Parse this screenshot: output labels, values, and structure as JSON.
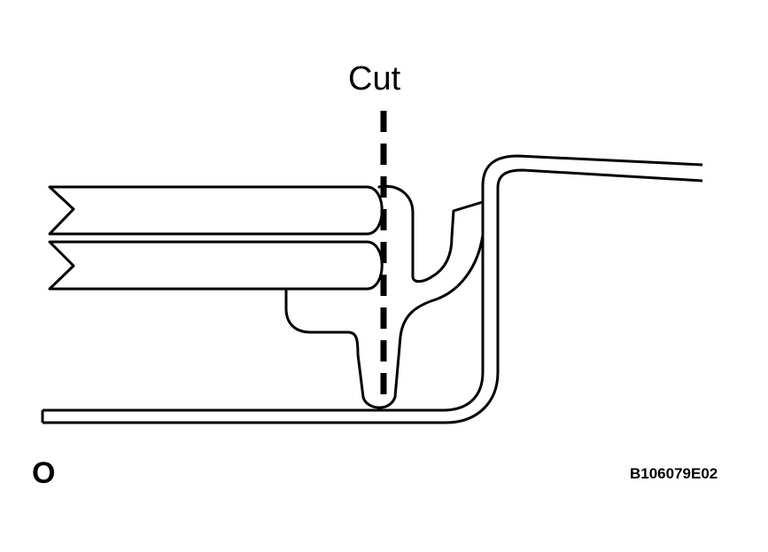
{
  "labels": {
    "cut": "Cut",
    "corner_marker": "O",
    "figure_code": "B106079E02"
  },
  "colors": {
    "line": "#000000",
    "background": "#ffffff"
  }
}
